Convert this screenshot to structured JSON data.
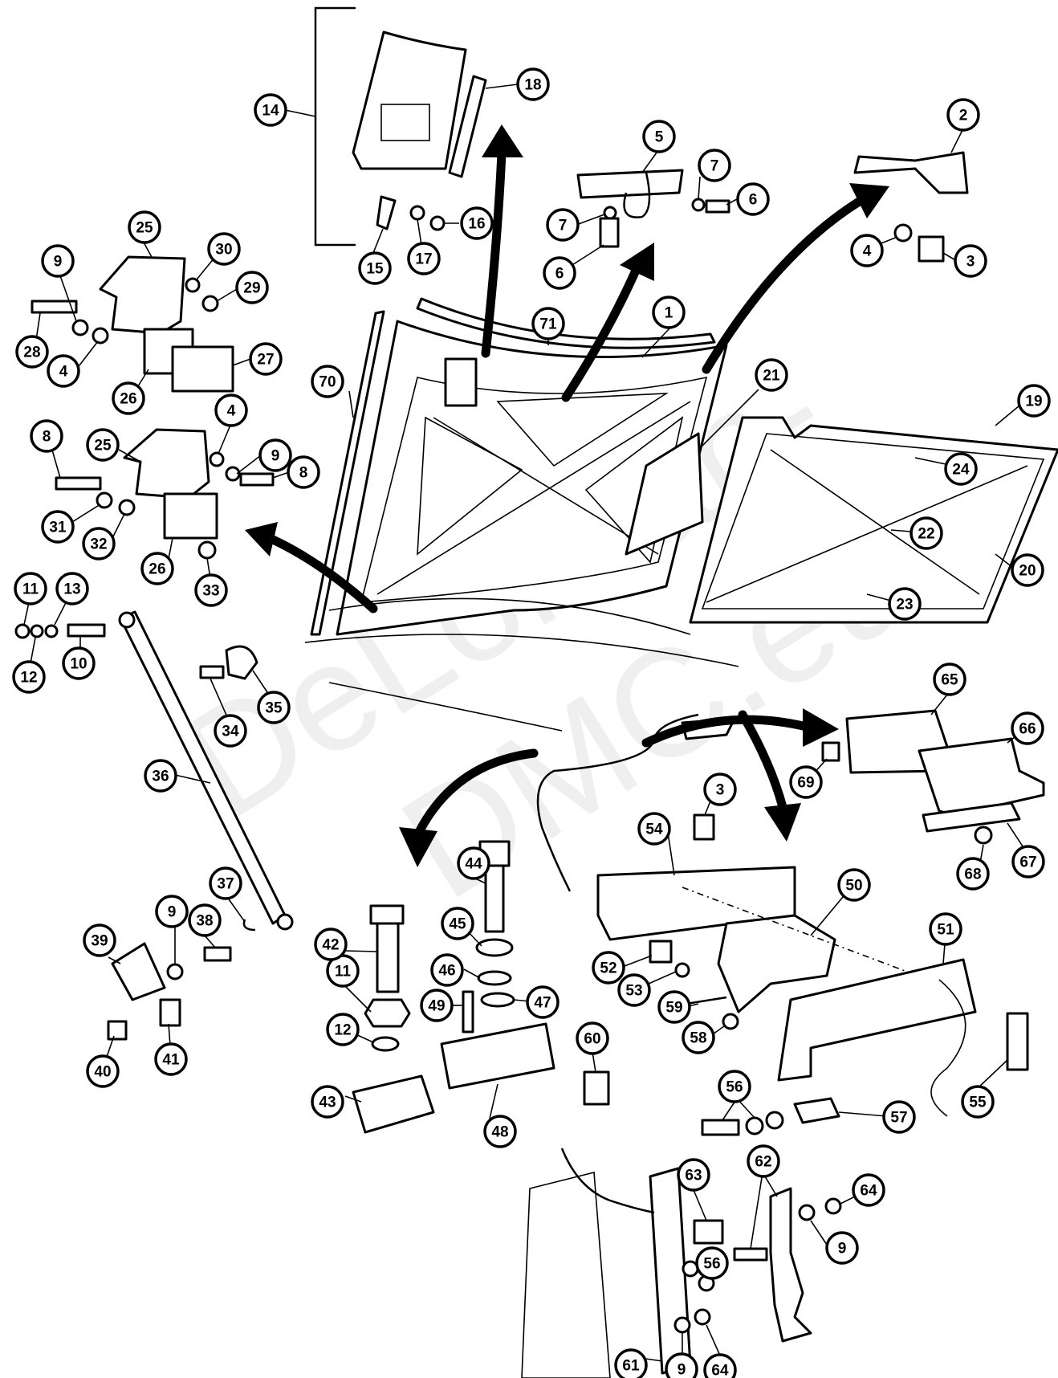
{
  "watermark": {
    "line1": "DeLorean-",
    "line2": "DMC.eu"
  },
  "callouts": [
    {
      "label": "1"
    },
    {
      "label": "2"
    },
    {
      "label": "3"
    },
    {
      "label": "3"
    },
    {
      "label": "4"
    },
    {
      "label": "4"
    },
    {
      "label": "4"
    },
    {
      "label": "5"
    },
    {
      "label": "6"
    },
    {
      "label": "6"
    },
    {
      "label": "7"
    },
    {
      "label": "7"
    },
    {
      "label": "8"
    },
    {
      "label": "8"
    },
    {
      "label": "9"
    },
    {
      "label": "9"
    },
    {
      "label": "9"
    },
    {
      "label": "9"
    },
    {
      "label": "9"
    },
    {
      "label": "10"
    },
    {
      "label": "11"
    },
    {
      "label": "11"
    },
    {
      "label": "12"
    },
    {
      "label": "12"
    },
    {
      "label": "13"
    },
    {
      "label": "14"
    },
    {
      "label": "15"
    },
    {
      "label": "16"
    },
    {
      "label": "17"
    },
    {
      "label": "18"
    },
    {
      "label": "19"
    },
    {
      "label": "20"
    },
    {
      "label": "21"
    },
    {
      "label": "22"
    },
    {
      "label": "23"
    },
    {
      "label": "24"
    },
    {
      "label": "25"
    },
    {
      "label": "25"
    },
    {
      "label": "26"
    },
    {
      "label": "26"
    },
    {
      "label": "27"
    },
    {
      "label": "28"
    },
    {
      "label": "29"
    },
    {
      "label": "30"
    },
    {
      "label": "31"
    },
    {
      "label": "32"
    },
    {
      "label": "33"
    },
    {
      "label": "34"
    },
    {
      "label": "35"
    },
    {
      "label": "36"
    },
    {
      "label": "37"
    },
    {
      "label": "38"
    },
    {
      "label": "39"
    },
    {
      "label": "40"
    },
    {
      "label": "41"
    },
    {
      "label": "42"
    },
    {
      "label": "43"
    },
    {
      "label": "44"
    },
    {
      "label": "45"
    },
    {
      "label": "46"
    },
    {
      "label": "47"
    },
    {
      "label": "48"
    },
    {
      "label": "49"
    },
    {
      "label": "50"
    },
    {
      "label": "51"
    },
    {
      "label": "52"
    },
    {
      "label": "53"
    },
    {
      "label": "54"
    },
    {
      "label": "55"
    },
    {
      "label": "56"
    },
    {
      "label": "56"
    },
    {
      "label": "57"
    },
    {
      "label": "58"
    },
    {
      "label": "59"
    },
    {
      "label": "60"
    },
    {
      "label": "61"
    },
    {
      "label": "62"
    },
    {
      "label": "63"
    },
    {
      "label": "64"
    },
    {
      "label": "64"
    },
    {
      "label": "65"
    },
    {
      "label": "66"
    },
    {
      "label": "67"
    },
    {
      "label": "68"
    },
    {
      "label": "69"
    },
    {
      "label": "70"
    },
    {
      "label": "71"
    }
  ]
}
